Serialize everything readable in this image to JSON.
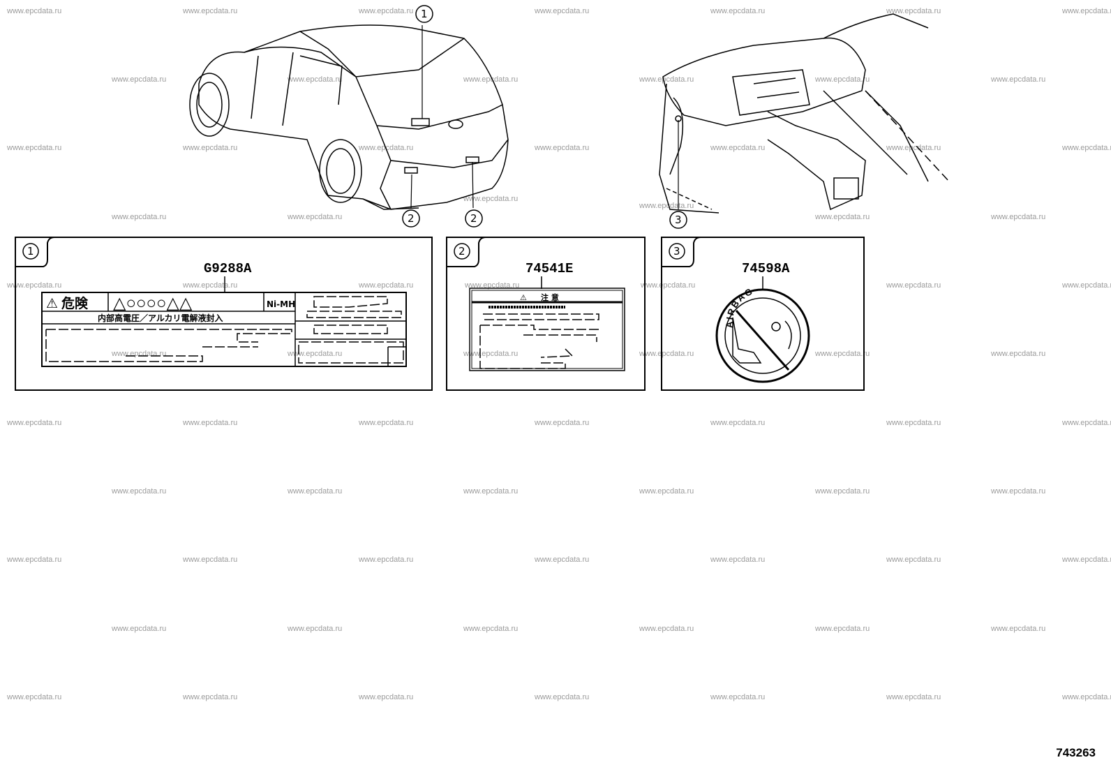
{
  "watermark": "www.epcdata.ru",
  "diagram_id": "743263",
  "callouts": [
    "1",
    "2",
    "2",
    "3"
  ],
  "panels": [
    {
      "index": "1",
      "part_number": "G9288A",
      "label_warning": "危険",
      "label_brand": "Ni-MH",
      "label_text": "内部高電圧／アルカリ電解液封入"
    },
    {
      "index": "2",
      "part_number": "74541E",
      "label_header": "注 意"
    },
    {
      "index": "3",
      "part_number": "74598A",
      "label_text": "AIRBAG"
    }
  ]
}
